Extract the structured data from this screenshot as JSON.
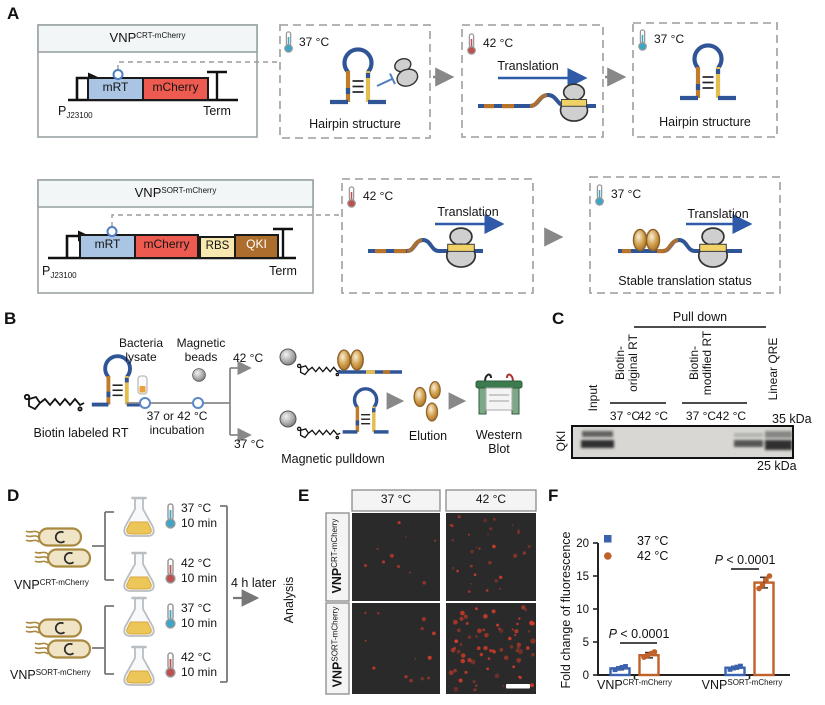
{
  "colors": {
    "rna_blue": "#2f5597",
    "rna_orange": "#bf7c2a",
    "rna_yellow": "#e3bd4e",
    "gene_mrt_fill": "#aac4e3",
    "gene_mcherry_fill": "#ed5a50",
    "gene_rbs_fill": "#f6e8ae",
    "gene_qki_fill": "#ad6d2c",
    "ribosome_gray": "#cfcfcf",
    "qki_protein_gold": "#cf9c48",
    "thermometer_blue": "#3aa7c9",
    "thermometer_red": "#c0504d",
    "chart_blue": "#3a62ae",
    "chart_orange": "#bf6128",
    "fluorescence_red": "#d63c2a",
    "header_fill": "#f2f6f7"
  },
  "figure": {
    "panelA": {
      "label": "A",
      "construct1": {
        "title_base": "VNP",
        "title_sup": "CRT-mCherry",
        "promoter_base": "P",
        "promoter_sub": "J23100",
        "gene1": "mRT",
        "gene2": "mCherry",
        "terminator": "Term"
      },
      "box1": {
        "temp": "37 °C",
        "caption": "Hairpin structure"
      },
      "box2": {
        "temp": "42 °C",
        "arrow_label": "Translation"
      },
      "box3": {
        "temp": "37 °C",
        "caption": "Hairpin structure"
      },
      "construct2": {
        "title_base": "VNP",
        "title_sup": "SORT-mCherry",
        "promoter_base": "P",
        "promoter_sub": "J23100",
        "gene1": "mRT",
        "gene2": "mCherry",
        "gene3": "RBS",
        "gene4": "QKI",
        "terminator": "Term"
      },
      "box4": {
        "temp": "42 °C",
        "arrow_label": "Translation"
      },
      "box5": {
        "temp": "37 °C",
        "arrow_label": "Translation",
        "caption": "Stable translation status"
      }
    },
    "panelB": {
      "label": "B",
      "biotin_rt_label": "Biotin labeled RT",
      "lysate_label_1": "Bacteria",
      "lysate_label_2": "lysate",
      "beads_label_1": "Magnetic",
      "beads_label_2": "beads",
      "incubation_label_1": "37 or 42 °C",
      "incubation_label_2": "incubation",
      "branch_top_temp": "42 °C",
      "branch_bottom_temp": "37 °C",
      "pulldown_label": "Magnetic pulldown",
      "elution_label": "Elution",
      "western_label_1": "Western",
      "western_label_2": "Blot"
    },
    "panelC": {
      "label": "C",
      "header": "Pull down",
      "lane_input": "Input",
      "group1_line1": "Biotin-",
      "group1_line2": "original RT",
      "group2_line1": "Biotin-",
      "group2_line2": "modified RT",
      "lane_linear": "Linear QRE",
      "temp1": "37 °C",
      "temp2": "42 °C",
      "temp3": "37 °C",
      "temp4": "42 °C",
      "marker_top": "35 kDa",
      "marker_bottom": "25 kDa",
      "row_label": "QKI"
    },
    "panelD": {
      "label": "D",
      "strain1_base": "VNP",
      "strain1_sup": "CRT-mCherry",
      "strain2_base": "VNP",
      "strain2_sup": "SORT-mCherry",
      "conditions": [
        {
          "temp": "37 °C",
          "time": "10 min"
        },
        {
          "temp": "42 °C",
          "time": "10 min"
        },
        {
          "temp": "37 °C",
          "time": "10 min"
        },
        {
          "temp": "42 °C",
          "time": "10 min"
        }
      ],
      "later_label": "4 h later",
      "analysis_label": "Analysis"
    },
    "panelE": {
      "label": "E",
      "col_headers": [
        "37 °C",
        "42 °C"
      ],
      "row1_base": "VNP",
      "row1_sup": "CRT-mCherry",
      "row2_base": "VNP",
      "row2_sup": "SORT-mCherry",
      "cells": [
        {
          "dots": 10,
          "seed": 11
        },
        {
          "dots": 30,
          "seed": 22
        },
        {
          "dots": 13,
          "seed": 33
        },
        {
          "dots": 70,
          "seed": 44
        }
      ]
    },
    "panelF": {
      "label": "F"
    }
  },
  "chart_data": {
    "type": "bar",
    "title": "",
    "ylabel": "Fold change of fluorescence",
    "xlabel": "",
    "ylim": [
      0,
      20
    ],
    "yticks": [
      0,
      5,
      10,
      15,
      20
    ],
    "grid": false,
    "legend_position": "top-left",
    "categories": [
      {
        "base": "VNP",
        "sup": "CRT-mCherry"
      },
      {
        "base": "VNP",
        "sup": "SORT-mCherry"
      }
    ],
    "series": [
      {
        "name": "37 °C",
        "color": "#3a62ae",
        "marker": "square",
        "values": [
          1.0,
          1.1
        ],
        "points": [
          [
            0.8,
            1.0,
            1.15,
            1.3
          ],
          [
            0.85,
            1.05,
            1.2,
            1.35
          ]
        ],
        "error": [
          0.2,
          0.2
        ]
      },
      {
        "name": "42 °C",
        "color": "#bf6128",
        "marker": "circle",
        "values": [
          3.0,
          14.0
        ],
        "points": [
          [
            2.7,
            2.95,
            3.25,
            3.5
          ],
          [
            13.1,
            13.6,
            14.4,
            15.0
          ]
        ],
        "error": [
          0.4,
          0.8
        ]
      }
    ],
    "annotations": [
      {
        "text": "P < 0.0001",
        "group": 0
      },
      {
        "text": "P < 0.0001",
        "group": 1
      }
    ]
  }
}
